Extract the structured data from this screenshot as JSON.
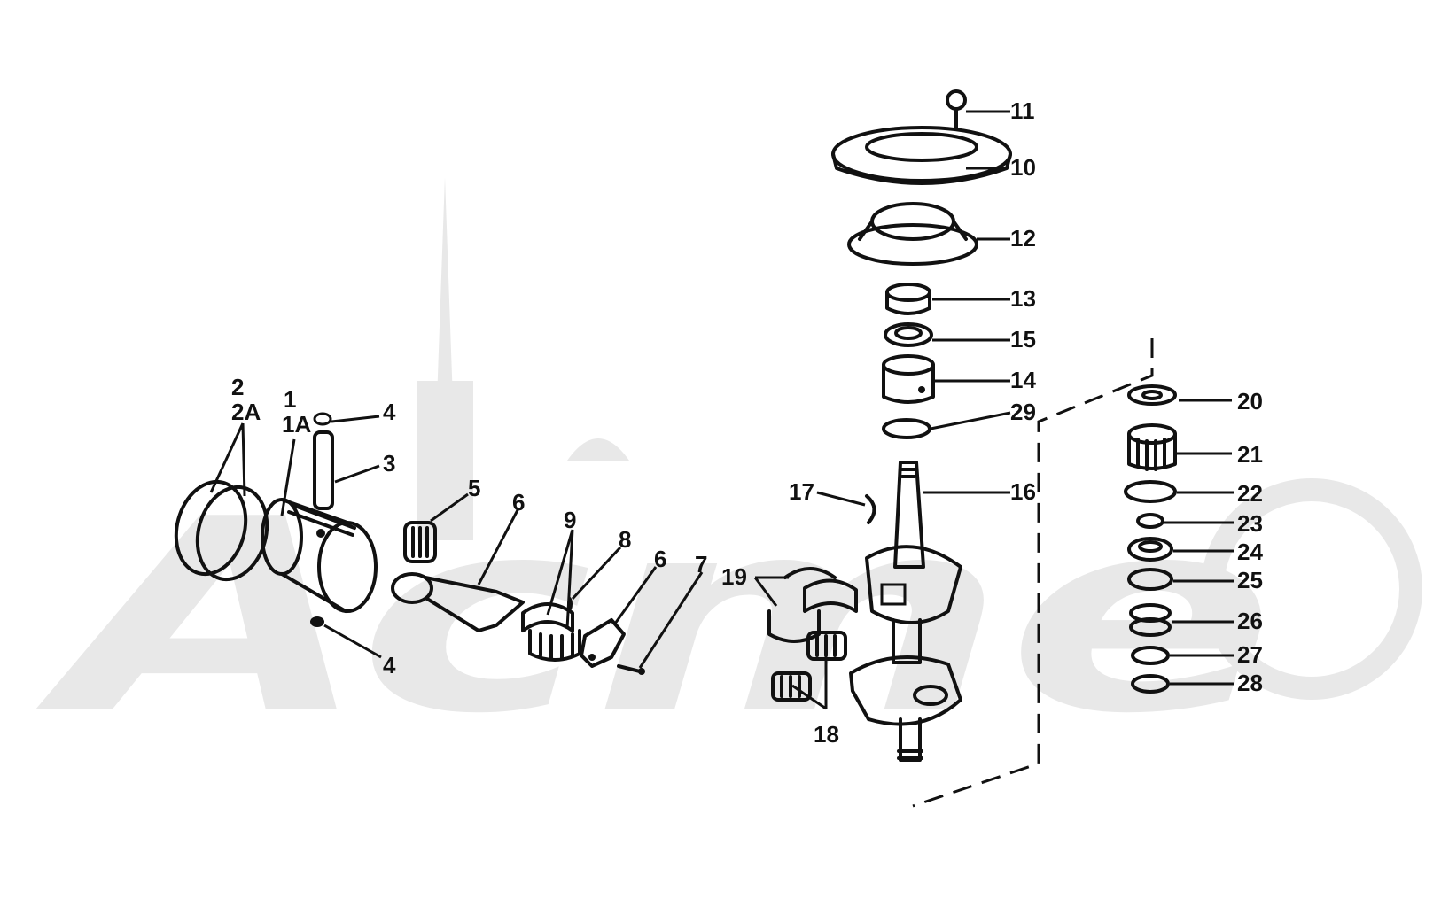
{
  "watermark": {
    "text": "Acme",
    "color": "#e8e8e8"
  },
  "colors": {
    "ink": "#111111",
    "watermark": "#e8e8e8",
    "background": "#ffffff"
  },
  "callouts": [
    {
      "id": "c1",
      "text": "1"
    },
    {
      "id": "c1a",
      "text": "1A"
    },
    {
      "id": "c2",
      "text": "2"
    },
    {
      "id": "c2a",
      "text": "2A"
    },
    {
      "id": "c3",
      "text": "3"
    },
    {
      "id": "c4a",
      "text": "4"
    },
    {
      "id": "c4b",
      "text": "4"
    },
    {
      "id": "c5",
      "text": "5"
    },
    {
      "id": "c6a",
      "text": "6"
    },
    {
      "id": "c6b",
      "text": "6"
    },
    {
      "id": "c7",
      "text": "7"
    },
    {
      "id": "c8",
      "text": "8"
    },
    {
      "id": "c9",
      "text": "9"
    },
    {
      "id": "c10",
      "text": "10"
    },
    {
      "id": "c11",
      "text": "11"
    },
    {
      "id": "c12",
      "text": "12"
    },
    {
      "id": "c13",
      "text": "13"
    },
    {
      "id": "c14",
      "text": "14"
    },
    {
      "id": "c15",
      "text": "15"
    },
    {
      "id": "c16",
      "text": "16"
    },
    {
      "id": "c17",
      "text": "17"
    },
    {
      "id": "c18",
      "text": "18"
    },
    {
      "id": "c19",
      "text": "19"
    },
    {
      "id": "c20",
      "text": "20"
    },
    {
      "id": "c21",
      "text": "21"
    },
    {
      "id": "c22",
      "text": "22"
    },
    {
      "id": "c23",
      "text": "23"
    },
    {
      "id": "c24",
      "text": "24"
    },
    {
      "id": "c25",
      "text": "25"
    },
    {
      "id": "c26",
      "text": "26"
    },
    {
      "id": "c27",
      "text": "27"
    },
    {
      "id": "c28",
      "text": "28"
    },
    {
      "id": "c29",
      "text": "29"
    }
  ]
}
